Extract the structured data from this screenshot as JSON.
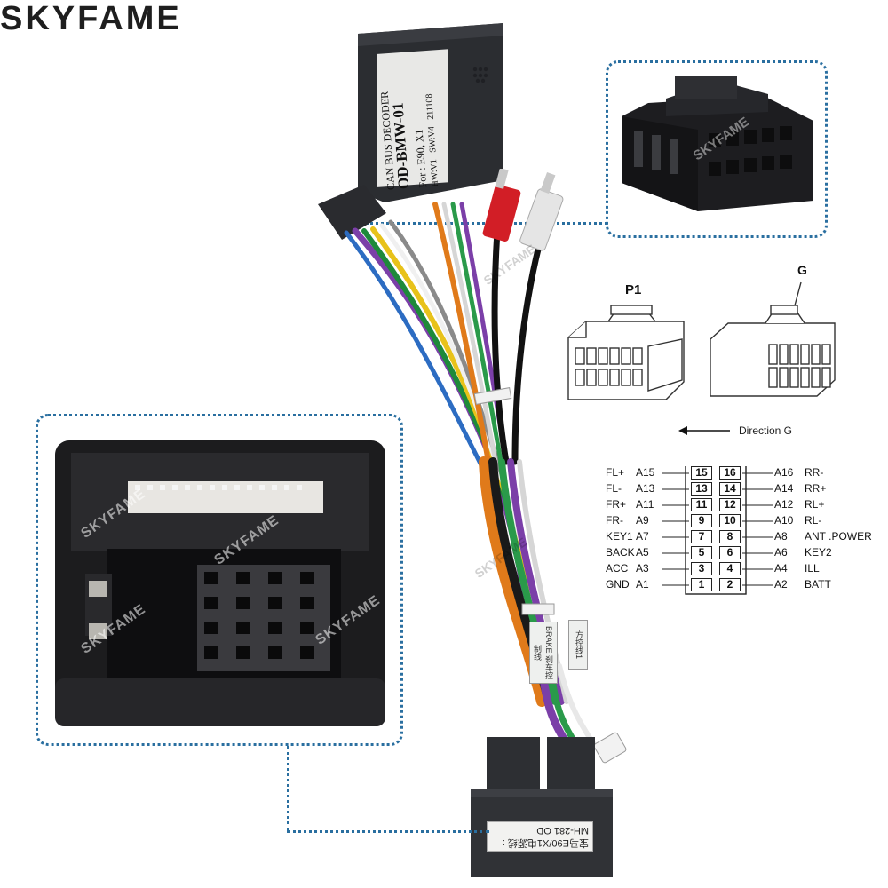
{
  "brand": "SKYFAME",
  "decoder": {
    "line1": "CAN BUS DECODER",
    "line2": "OD-BMW-01",
    "line3": "For : E90, X1",
    "line4": "HW:V1",
    "line5": "SW:V4",
    "line6": "211108"
  },
  "connectors": {
    "p1_label": "P1",
    "g_label": "G",
    "direction": "Direction G"
  },
  "pinout": {
    "rows": [
      {
        "left_name": "FL+",
        "left_code": "A15",
        "pin_a": "15",
        "pin_b": "16",
        "right_code": "A16",
        "right_name": "RR-"
      },
      {
        "left_name": "FL-",
        "left_code": "A13",
        "pin_a": "13",
        "pin_b": "14",
        "right_code": "A14",
        "right_name": "RR+"
      },
      {
        "left_name": "FR+",
        "left_code": "A11",
        "pin_a": "11",
        "pin_b": "12",
        "right_code": "A12",
        "right_name": "RL+"
      },
      {
        "left_name": "FR-",
        "left_code": "A9",
        "pin_a": "9",
        "pin_b": "10",
        "right_code": "A10",
        "right_name": "RL-"
      },
      {
        "left_name": "KEY1",
        "left_code": "A7",
        "pin_a": "7",
        "pin_b": "8",
        "right_code": "A8",
        "right_name": "ANT .POWER"
      },
      {
        "left_name": "BACK",
        "left_code": "A5",
        "pin_a": "5",
        "pin_b": "6",
        "right_code": "A6",
        "right_name": "KEY2"
      },
      {
        "left_name": "ACC",
        "left_code": "A3",
        "pin_a": "3",
        "pin_b": "4",
        "right_code": "A4",
        "right_name": "ILL"
      },
      {
        "left_name": "GND",
        "left_code": "A1",
        "pin_a": "1",
        "pin_b": "2",
        "right_code": "A2",
        "right_name": "BATT"
      }
    ]
  },
  "stickers": {
    "brake": "BRAKE 刹车控制线",
    "steering": "方控线1"
  },
  "plug_label": "宝马E90/X1电源线 : MH-281 OD",
  "watermark": "SKYFAME",
  "colors": {
    "dotted": "#2a6fa0",
    "decoder_body": "#2b2d31",
    "connector_body": "#1c1c1e"
  }
}
